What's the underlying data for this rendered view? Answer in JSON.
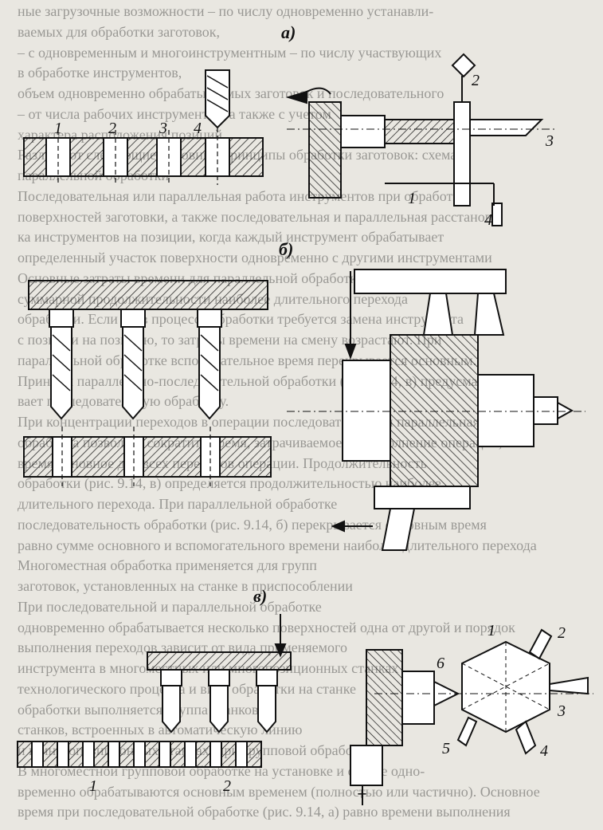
{
  "section_labels": {
    "a": "а)",
    "b": "б)",
    "v": "в)"
  },
  "figure_a": {
    "hole_labels": [
      "1",
      "2",
      "3",
      "4"
    ],
    "tool_labels": [
      "1",
      "2",
      "3",
      "4"
    ]
  },
  "figure_v": {
    "station_labels": [
      "1",
      "2"
    ],
    "turret_labels": [
      "1",
      "2",
      "3",
      "4",
      "5",
      "6"
    ],
    "plus_sign": "+"
  },
  "background_text": [
    "ные загрузочные возможности – по числу одновременно устанавли-",
    "ваемых для обработки заготовок,",
    "– с одновременным и многоинструментным – по числу участвующих",
    "в обработке инструментов,",
    "объем одновременно обрабатываемых заготовок и последовательного",
    "– от числа рабочих инструментов, а также с учетом",
    "характера расположения позиций",
    "Различают следующие основные принципы обработки заготовок: схема",
    "параллельной обработки",
    "Последовательная или параллельная работа инструментов при обработке",
    "поверхностей заготовки, а также последовательная и параллельная расстанов-",
    "ка инструментов на позиции, когда каждый инструмент обрабатывает",
    "определенный участок поверхности одновременно с другими инструментами",
    "Основные затраты времени для параллельной обработки рассчитываются по",
    "суммарной продолжительности наиболее длительного перехода",
    "обработки. Если же в процессе обработки требуется замена инструмента",
    "с позиции на позицию, то затраты времени на смену возрастают. При",
    "параллельной обработке вспомогательное время перекрывается основным.",
    "Принцип параллельно-последовательной обработки (рис. 9.14, в) предусматри-",
    "вает последовательную обработку.",
    "При концентрации переходов в операции последовательная и параллельная",
    "обработка позволяет сократить время, затрачиваемое на выполнение операции,",
    "время основное для всех переходов операции. Продолжительность",
    "обработки (рис. 9.14, в) определяется продолжительностью наиболее",
    "длительного перехода. При параллельной обработке",
    "последовательность обработки (рис. 9.14, б) перекрывается основным время",
    "равно сумме основного и вспомогательного времени наиболее длительного перехода",
    "Многоместная обработка применяется для групп",
    "заготовок, установленных на станке в приспособлении",
    "При последовательной и параллельной обработке",
    "одновременно обрабатывается несколько поверхностей одна от другой и порядок",
    "выполнения переходов зависит от вида применяемого",
    "инструмента в многоместных или многопозиционных станках",
    "технологического процесса и вида обработки на станке",
    "обработки выполняется группа станков",
    "станков, встроенных в автоматическую линию",
    "и в многопозиционных станках, при групповой обработке",
    "В многоместной групповой обработке на установке и станке одно-",
    "временно обрабатываются основным временем (полностью или частично). Основное",
    "время при последовательной обработке (рис. 9.14, а) равно времени выполнения"
  ]
}
